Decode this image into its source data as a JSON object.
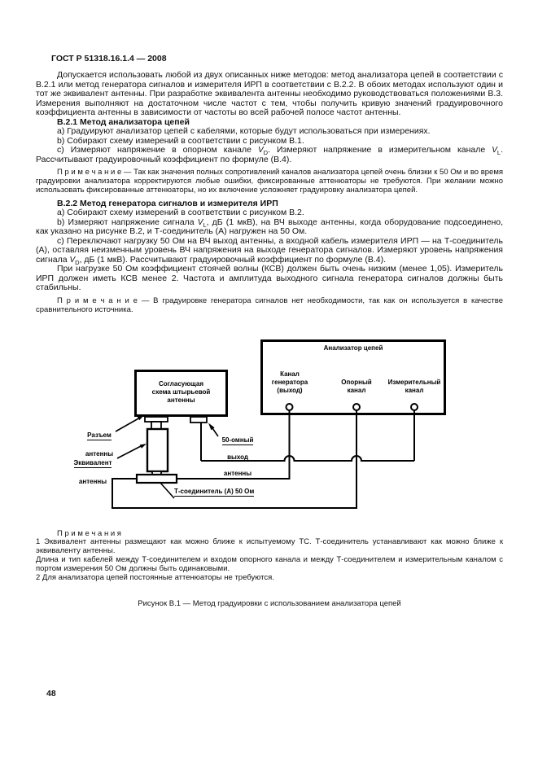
{
  "page": {
    "header": "ГОСТ Р 51318.16.1.4 — 2008",
    "page_number": "48"
  },
  "sym": {
    "v": "V",
    "sub_d": "D",
    "sub_l": "L"
  },
  "doc": {
    "p_intro": "Допускается использовать любой из двух описанных ниже методов: метод анализатора цепей в соответствии с В.2.1 или метод генератора сигналов и измерителя ИРП в соответствии с В.2.2. В обоих методах используют один и тот же эквивалент антенны. При разработке эквивалента антенны необходимо руководствоваться положениями В.3. Измерения выполняют на достаточном числе частот с тем, чтобы получить кривую значений градуировочного коэффициента антенны в зависимости от частоты во всей рабочей полосе частот антенны.",
    "h_b21": "В.2.1 Метод анализатора цепей",
    "b21_a": "а) Градуируют анализатор цепей с кабелями, которые будут использоваться при измерениях.",
    "b21_b": "b) Собирают схему измерений в соответствии с рисунком В.1.",
    "b21_c1": "с) Измеряют напряжение в опорном канале ",
    "b21_c2": ". Измеряют напряжение в измерительном канале ",
    "b21_c3": ". Рассчитывают градуировочный коэффициент по формуле (В.4).",
    "note1": "П р и м е ч а н и е — Так как значения полных сопротивлений каналов анализатора цепей очень близки к 50 Ом и во время градуировки анализатора корректируются любые ошибки, фиксированные аттенюаторы не требуются. При желании можно использовать фиксированные аттенюаторы, но их включение усложняет градуировку анализатора цепей.",
    "h_b22": "В.2.2 Метод генератора сигналов и измерителя ИРП",
    "b22_a": "а) Собирают схему измерений в соответствии с рисунком В.2.",
    "b22_b1": "b) Измеряют напряжение сигнала ",
    "b22_b2": ", дБ (1 мкВ), на ВЧ выходе антенны, когда оборудование подсоединено, как указано на рисунке В.2, и Т-соединитель (А) нагружен на 50 Ом.",
    "b22_c1": "с) Переключают нагрузку 50 Ом на ВЧ выход антенны, а входной кабель измерителя ИРП — на Т-соединитель (А), оставляя неизменным уровень ВЧ напряжения на выходе генератора сигналов. Измеряют уровень напряжения сигнала ",
    "b22_c2": ", дБ (1 мкВ). Рассчитывают градуировочный коэффициент по формуле (В.4).",
    "p_ksv": "При нагрузке 50 Ом коэффициент стоячей волны (КСВ) должен быть очень низким (менее 1,05). Измеритель ИРП должен иметь КСВ менее 2. Частота и амплитуда выходного сигнала генератора сигналов должны быть стабильны.",
    "note2": "П р и м е ч а н и е — В градуировке генератора сигналов нет необходимости, так как он используется в качестве сравнительного источника."
  },
  "figure": {
    "analyzer_title": "Анализатор цепей",
    "port_generator": "Канал\nгенератора\n(выход)",
    "port_reference": "Опорный\nканал",
    "port_measuring": "Измерительный\nканал",
    "matching_box": "Согласующая\nсхема штырьевой\nантенны",
    "label_connector_l1": "Разъем",
    "label_connector_l2": "антенны",
    "label_equivalent_l1": "Эквивалент",
    "label_equivalent_l2": "антенны",
    "label_output_l1": "50-омный",
    "label_output_l2": "выход",
    "label_output_l3": "антенны",
    "label_tee": "Т-соединитель (А) 50 Ом",
    "notes_title": "П р и м е ч а н и я",
    "note_1a": "1 Эквивалент антенны размещают как можно ближе к испытуемому ТС. Т-соединитель устанавливают как можно ближе к эквиваленту антенны.",
    "note_1b": "Длина и тип кабелей между Т-соединителем и входом опорного канала и между Т-соединителем и измерительным каналом с портом измерения 50 Ом должны быть одинаковыми.",
    "note_2": "2 Для анализатора цепей постоянные аттенюаторы не требуются.",
    "caption": "Рисунок В.1 — Метод градуировки с использованием анализатора цепей",
    "line_color": "#000000"
  }
}
